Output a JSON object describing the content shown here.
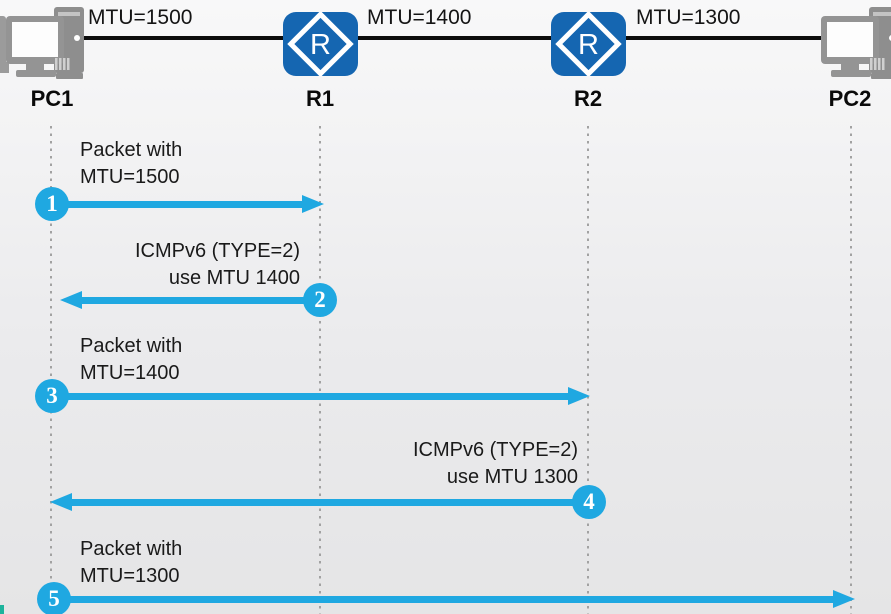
{
  "colors": {
    "arrow_cyan": "#1FA8E1",
    "router_blue": "#1566B1",
    "device_gray": "#949494",
    "link_black": "#0D0D0D"
  },
  "topology": {
    "devices": [
      {
        "label": "PC1",
        "icon": "pc-icon"
      },
      {
        "label": "R1",
        "icon": "router-icon",
        "glyph": "R"
      },
      {
        "label": "R2",
        "icon": "router-icon",
        "glyph": "R"
      },
      {
        "label": "PC2",
        "icon": "pc-icon"
      }
    ],
    "links": [
      {
        "from": "PC1",
        "to": "R1",
        "label": "MTU=1500"
      },
      {
        "from": "R1",
        "to": "R2",
        "label": "MTU=1400"
      },
      {
        "from": "R2",
        "to": "PC2",
        "label": "MTU=1300"
      }
    ]
  },
  "sequence": {
    "lifelines": [
      "PC1",
      "R1",
      "R2",
      "PC2"
    ],
    "messages": [
      {
        "step": "1",
        "from": "PC1",
        "to": "R1",
        "direction": "right",
        "lines": [
          "Packet with",
          "MTU=1500"
        ]
      },
      {
        "step": "2",
        "from": "R1",
        "to": "PC1",
        "direction": "left",
        "lines": [
          "ICMPv6 (TYPE=2)",
          "use MTU 1400"
        ]
      },
      {
        "step": "3",
        "from": "PC1",
        "to": "R2",
        "direction": "right",
        "lines": [
          "Packet with",
          "MTU=1400"
        ]
      },
      {
        "step": "4",
        "from": "R2",
        "to": "PC1",
        "direction": "left",
        "lines": [
          "ICMPv6 (TYPE=2)",
          "use MTU 1300"
        ]
      },
      {
        "step": "5",
        "from": "PC1",
        "to": "PC2",
        "direction": "right",
        "lines": [
          "Packet with",
          "MTU=1300"
        ]
      }
    ]
  }
}
